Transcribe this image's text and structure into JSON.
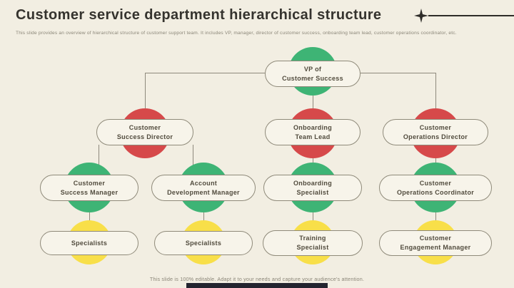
{
  "page": {
    "title": "Customer service department hierarchical structure",
    "subtitle": "This slide provides an overview of hierarchical structure of customer support team. It includes VP, manager, director of customer success, onboarding team lead, customer operations coordinator, etc.",
    "footer": "This slide is 100% editable. Adapt it to your needs and capture your audience's attention."
  },
  "icons": {
    "title_sparkle": "four-pointed-star"
  },
  "colors": {
    "background": "#f2eee2",
    "node_green": "#3eb475",
    "node_red": "#d6494a",
    "node_yellow": "#f8df49",
    "pill_fill": "#f7f4ea",
    "pill_border": "#8f8a7a",
    "connector": "#8e897c",
    "bottom_bar": "#23242f"
  },
  "org": {
    "vp": {
      "line1": "VP of",
      "line2": "Customer Success",
      "color": "green",
      "level": 1
    },
    "csd": {
      "line1": "Customer",
      "line2": "Success Director",
      "color": "red",
      "level": 2,
      "reports_to": "vp"
    },
    "otl": {
      "line1": "Onboarding",
      "line2": "Team Lead",
      "color": "red",
      "level": 2,
      "reports_to": "vp"
    },
    "cod": {
      "line1": "Customer",
      "line2": "Operations Director",
      "color": "red",
      "level": 2,
      "reports_to": "vp"
    },
    "csm": {
      "line1": "Customer",
      "line2": "Success Manager",
      "color": "green",
      "level": 3,
      "reports_to": "csd"
    },
    "adm": {
      "line1": "Account",
      "line2": "Development Manager",
      "color": "green",
      "level": 3,
      "reports_to": "csd"
    },
    "obs": {
      "line1": "Onboarding",
      "line2": "Specialist",
      "color": "green",
      "level": 3,
      "reports_to": "otl"
    },
    "coc": {
      "line1": "Customer",
      "line2": "Operations Coordinator",
      "color": "green",
      "level": 3,
      "reports_to": "cod"
    },
    "sp1": {
      "line1": "Specialists",
      "line2": "",
      "color": "yellow",
      "level": 4,
      "reports_to": "csm"
    },
    "sp2": {
      "line1": "Specialists",
      "line2": "",
      "color": "yellow",
      "level": 4,
      "reports_to": "adm"
    },
    "ts": {
      "line1": "Training",
      "line2": "Specialist",
      "color": "yellow",
      "level": 4,
      "reports_to": "obs"
    },
    "cem": {
      "line1": "Customer",
      "line2": "Engagement Manager",
      "color": "yellow",
      "level": 4,
      "reports_to": "coc"
    }
  }
}
